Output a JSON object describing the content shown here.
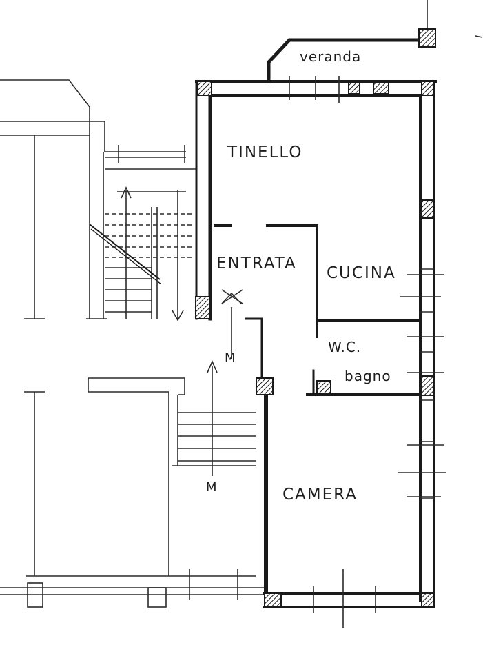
{
  "plan": {
    "rooms": {
      "veranda": "veranda",
      "tinello": "TINELLO",
      "entrata": "ENTRATA",
      "cucina": "CUCINA",
      "wc": "W.C.",
      "bagno": "bagno",
      "camera": "CAMERA"
    },
    "stair_marks": {
      "upper": "M",
      "lower": "M"
    },
    "colors": {
      "ink": "#1a1a1a",
      "paper": "#ffffff"
    }
  }
}
